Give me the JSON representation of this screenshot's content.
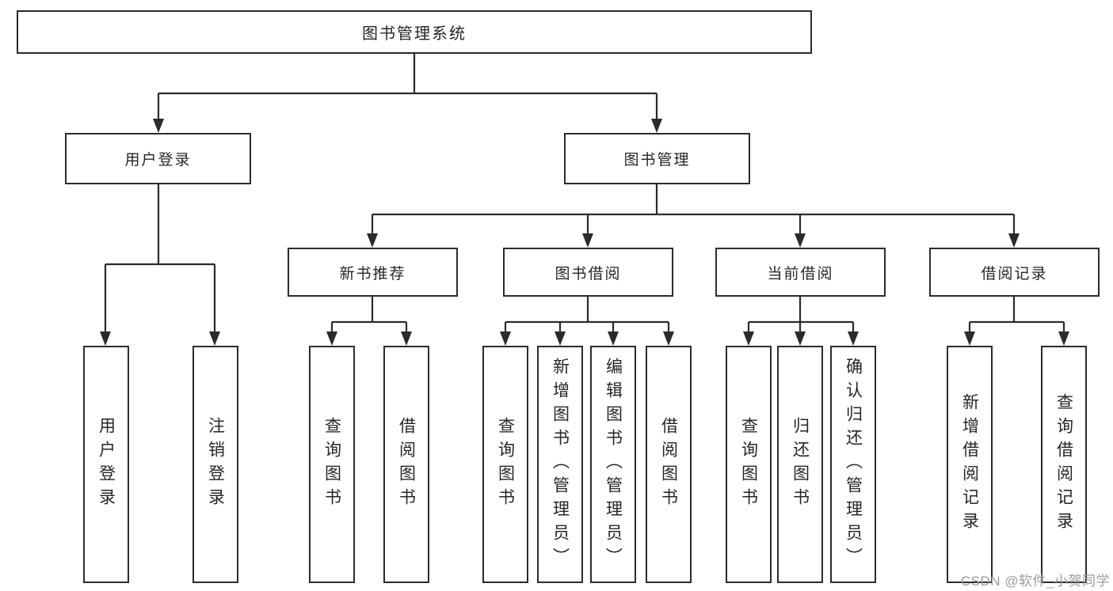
{
  "tree": {
    "label": "图书管理系统",
    "children": [
      {
        "label": "用户登录",
        "children": [
          {
            "label": "用户登录"
          },
          {
            "label": "注销登录"
          }
        ]
      },
      {
        "label": "图书管理",
        "children": [
          {
            "label": "新书推荐",
            "children": [
              {
                "label": "查询图书"
              },
              {
                "label": "借阅图书"
              }
            ]
          },
          {
            "label": "图书借阅",
            "children": [
              {
                "label": "查询图书"
              },
              {
                "label": "新增图书（管理员）"
              },
              {
                "label": "编辑图书（管理员）"
              },
              {
                "label": "借阅图书"
              }
            ]
          },
          {
            "label": "当前借阅",
            "children": [
              {
                "label": "查询图书"
              },
              {
                "label": "归还图书"
              },
              {
                "label": "确认归还（管理员）"
              }
            ]
          },
          {
            "label": "借阅记录",
            "children": [
              {
                "label": "新增借阅记录"
              },
              {
                "label": "查询借阅记录"
              }
            ]
          }
        ]
      }
    ]
  },
  "watermark": {
    "text": "CSDN @软件_小贺同学"
  },
  "colors": {
    "line": "#2b2b2b",
    "text": "#262626",
    "watermark": "#9b9b9b",
    "background": "#ffffff"
  }
}
